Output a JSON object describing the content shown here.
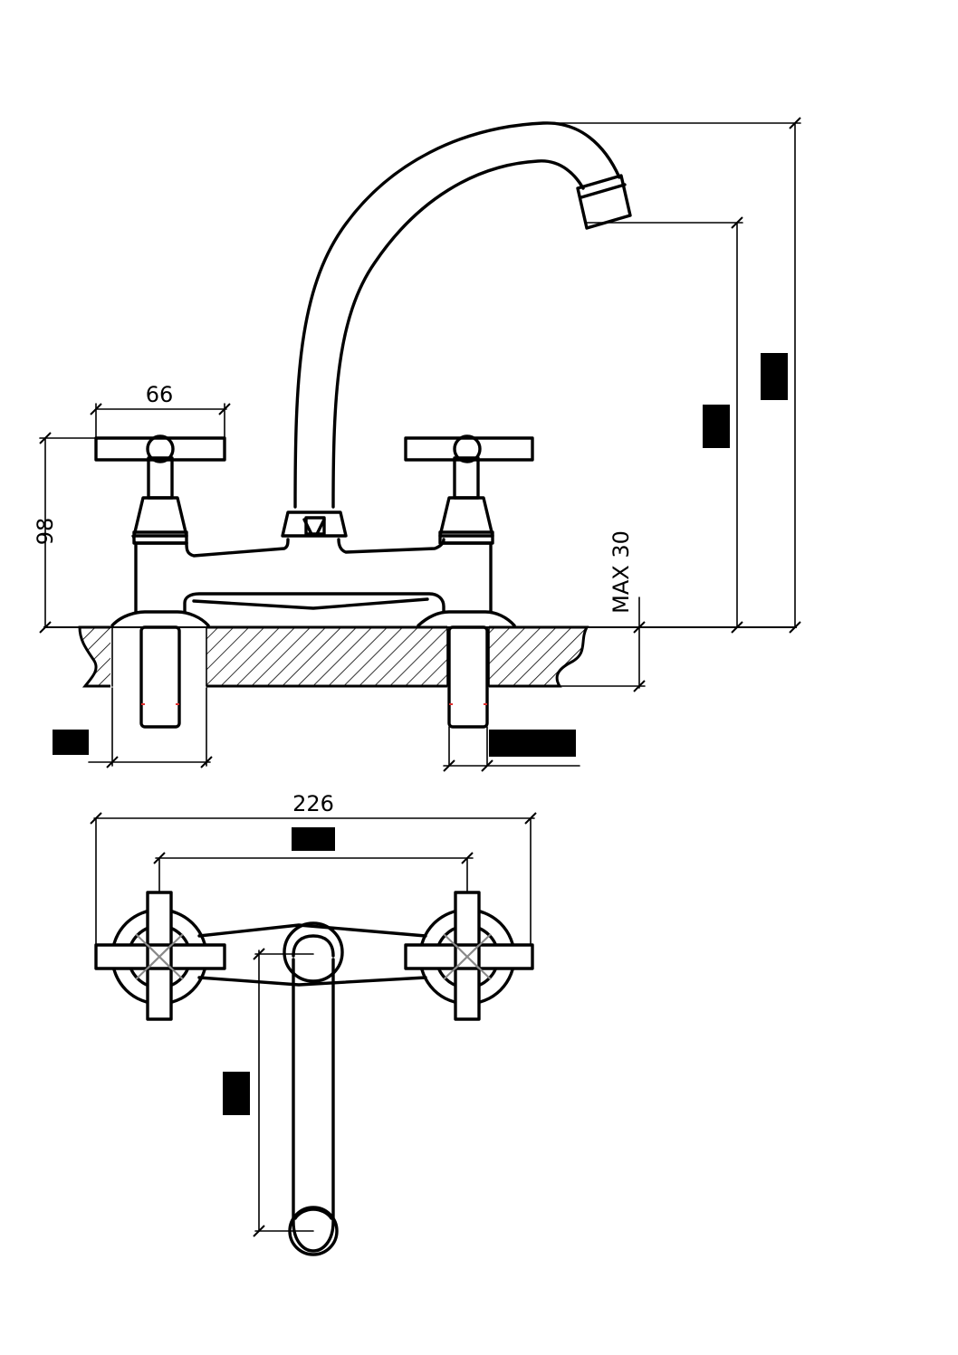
{
  "dimensions": {
    "handle_width": "66",
    "body_height": "98",
    "max_deck": "MAX 30",
    "overall_width": "226"
  },
  "redacted_labels": [
    "spout-height",
    "total-height",
    "shank-diameter",
    "thread-size",
    "center-distance",
    "spout-reach"
  ],
  "colors": {
    "line": "#000000",
    "hidden_line": "#8a8a8a",
    "accent": "#e03030",
    "background": "#ffffff"
  }
}
